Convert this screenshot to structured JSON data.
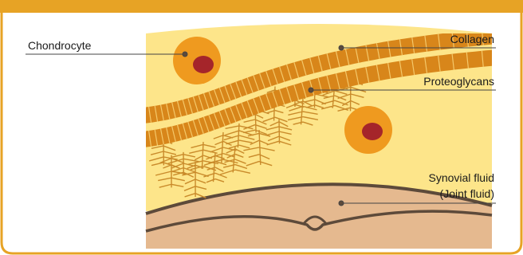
{
  "labels": {
    "chondrocyte": "Chondrocyte",
    "collagen": "Collagen",
    "proteoglycans": "Proteoglycans",
    "synovial_line1": "Synovial fluid",
    "synovial_line2": "(Joint fluid)"
  },
  "colors": {
    "frame": "#e7a325",
    "cartilage": "#fde58a",
    "collagen": "#d8861a",
    "collagen_lines": "#f4c86a",
    "proteoglycan_fibers": "#c98a2a",
    "cell_outer": "#ef9a1f",
    "cell_nucleus": "#a5252a",
    "synovial_band": "#e5b98f",
    "membrane_line": "#5d4a3a",
    "leader_line": "#444444"
  }
}
